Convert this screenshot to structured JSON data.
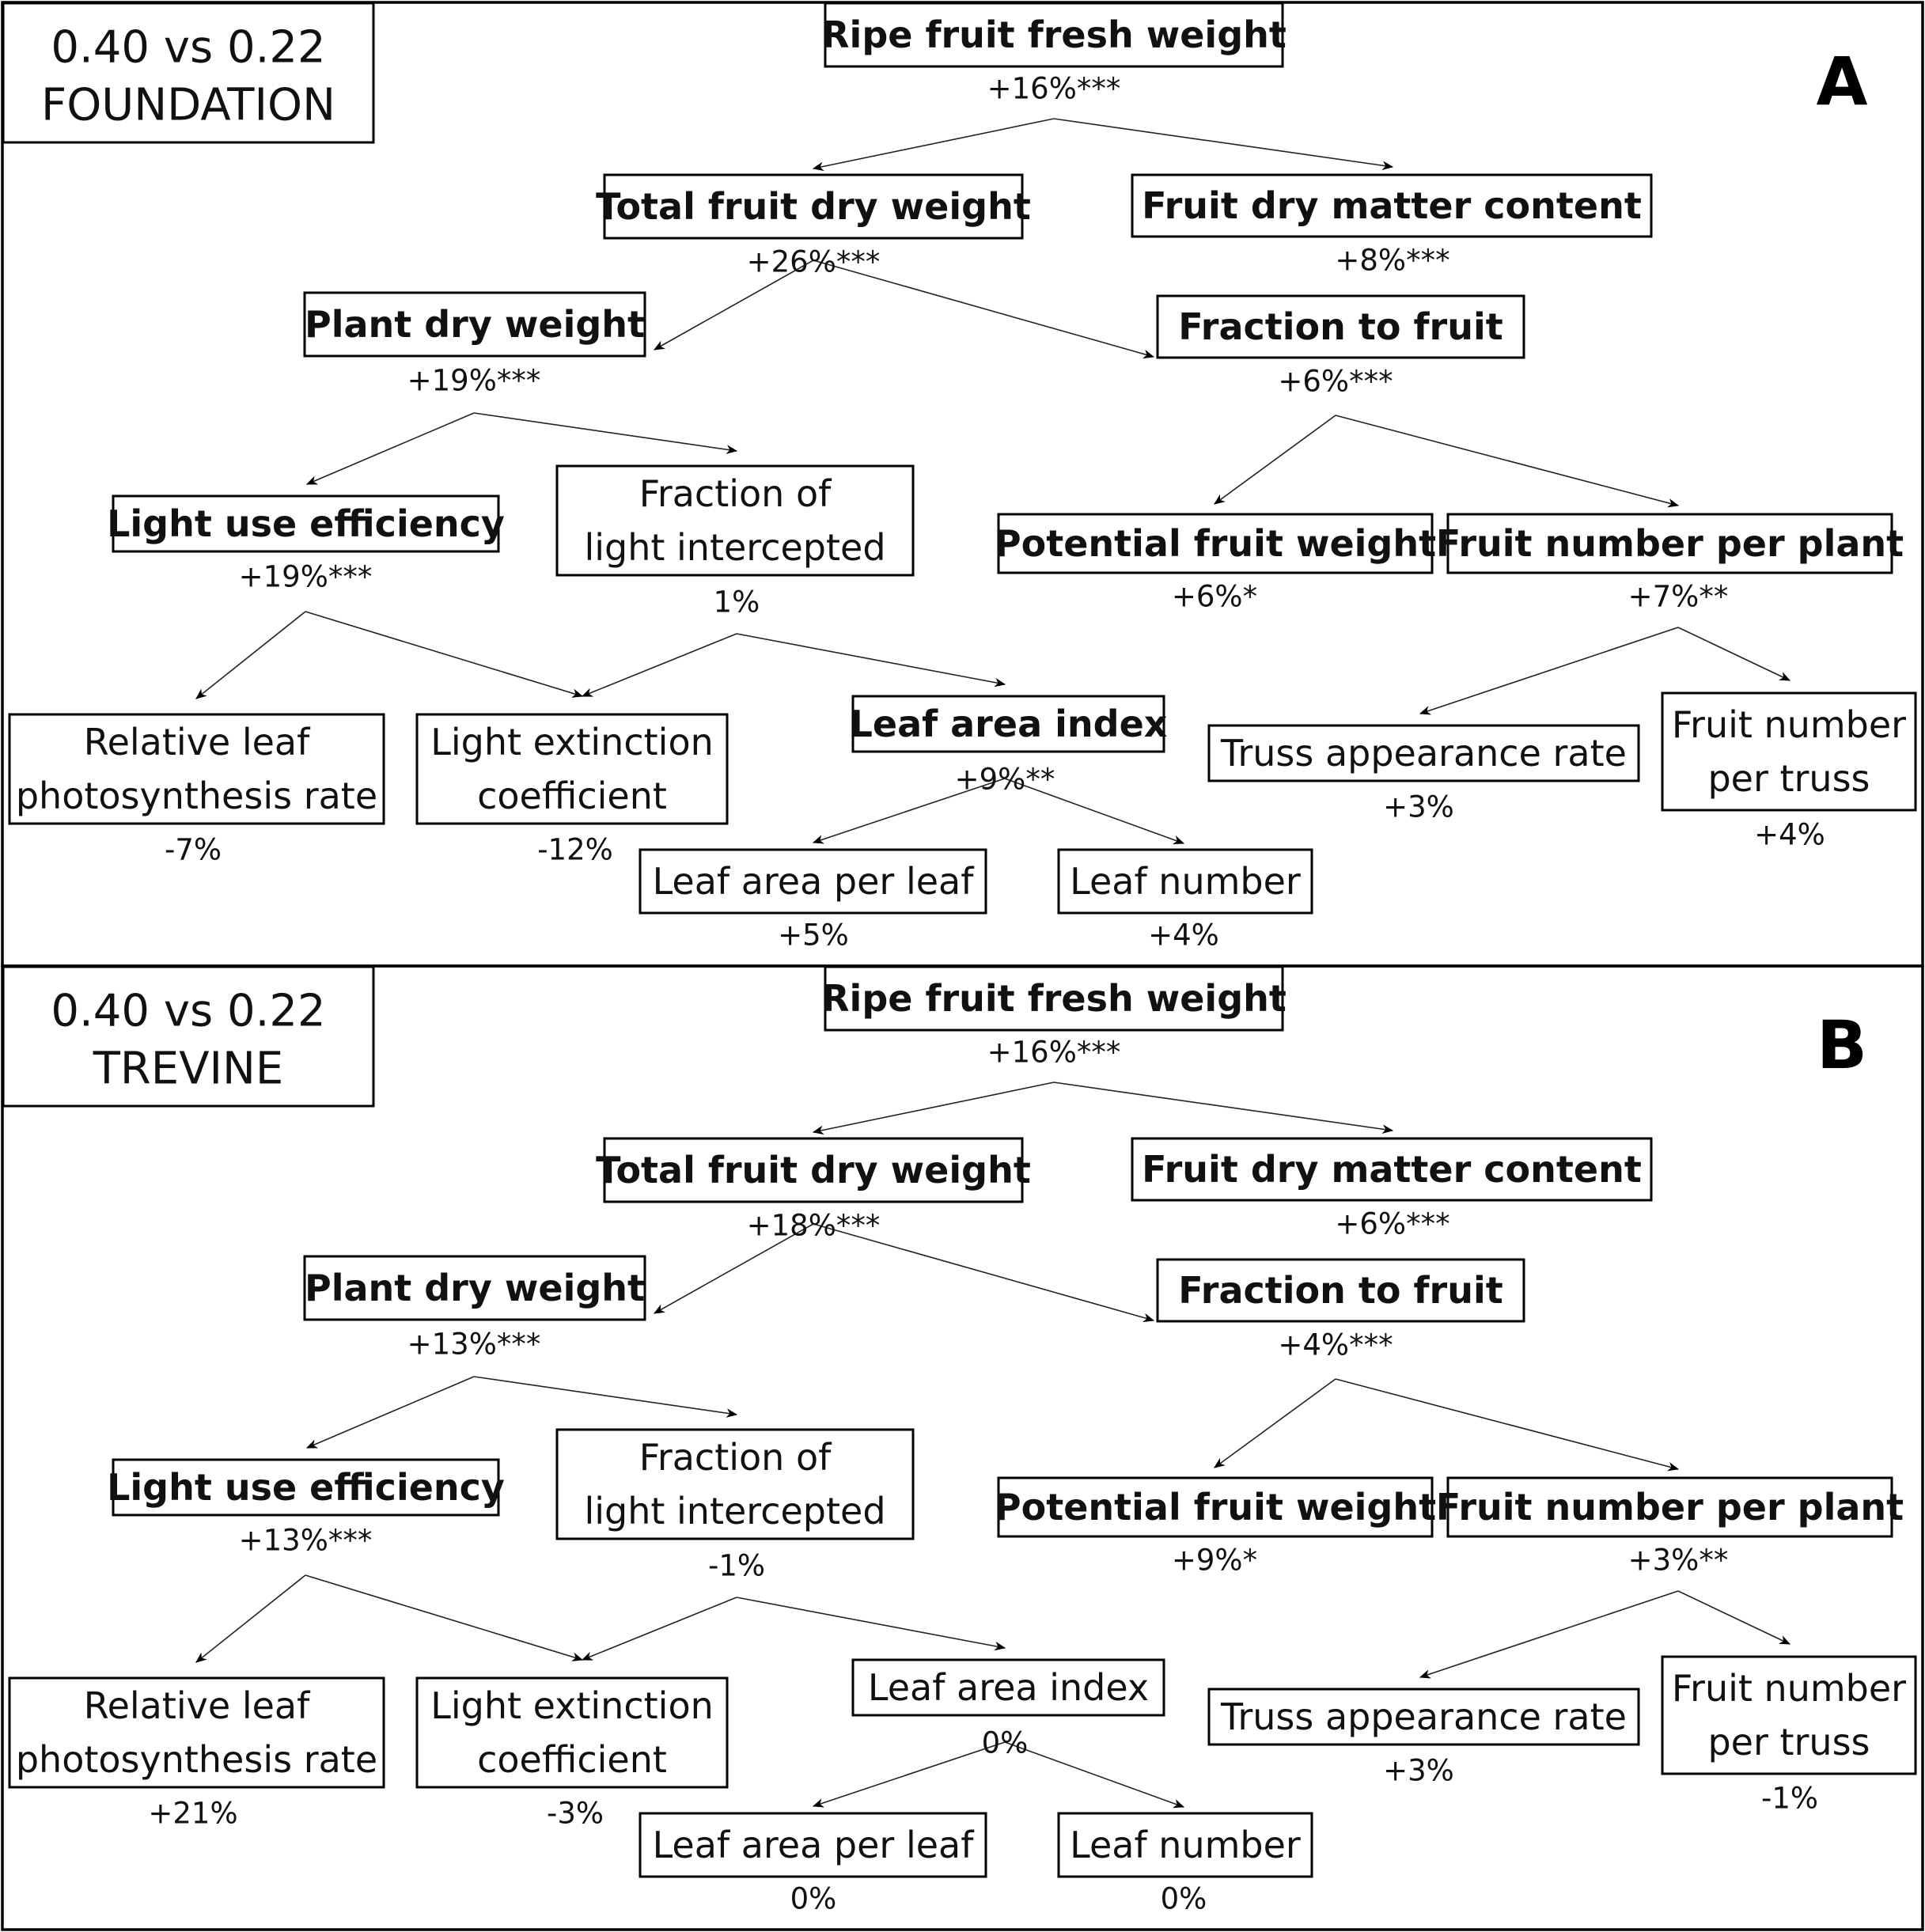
{
  "panels": [
    {
      "id": "A",
      "letter": "A",
      "tag": [
        "0.40 vs 0.22",
        "FOUNDATION"
      ],
      "nodes": {
        "ripe": {
          "lines": [
            "Ripe fruit fresh weight"
          ],
          "bold": true,
          "value": "+16%***"
        },
        "tfdw": {
          "lines": [
            "Total fruit dry weight"
          ],
          "bold": true,
          "value": "+26%***"
        },
        "fdmc": {
          "lines": [
            "Fruit dry matter content"
          ],
          "bold": true,
          "value": "+8%***"
        },
        "pdw": {
          "lines": [
            "Plant dry weight"
          ],
          "bold": true,
          "value": "+19%***"
        },
        "ftf": {
          "lines": [
            "Fraction to fruit"
          ],
          "bold": true,
          "value": "+6%***"
        },
        "lue": {
          "lines": [
            "Light use efficiency"
          ],
          "bold": true,
          "value": "+19%***"
        },
        "fli": {
          "lines": [
            "Fraction of",
            "light intercepted"
          ],
          "bold": false,
          "value": "1%"
        },
        "pfw": {
          "lines": [
            "Potential fruit weight"
          ],
          "bold": true,
          "value": "+6%*"
        },
        "fnpp": {
          "lines": [
            "Fruit number per plant"
          ],
          "bold": true,
          "value": "+7%**"
        },
        "rlpr": {
          "lines": [
            "Relative leaf",
            "photosynthesis rate"
          ],
          "bold": false,
          "value": "-7%"
        },
        "lec": {
          "lines": [
            "Light extinction",
            "coefficient"
          ],
          "bold": false,
          "value": "-12%"
        },
        "lai": {
          "lines": [
            "Leaf area index"
          ],
          "bold": true,
          "value": "+9%**"
        },
        "tar": {
          "lines": [
            "Truss appearance rate"
          ],
          "bold": false,
          "value": "+3%"
        },
        "fnpt": {
          "lines": [
            "Fruit number",
            "per truss"
          ],
          "bold": false,
          "value": "+4%"
        },
        "lapl": {
          "lines": [
            "Leaf area per leaf"
          ],
          "bold": false,
          "value": "+5%"
        },
        "ln": {
          "lines": [
            "Leaf number"
          ],
          "bold": false,
          "value": "+4%"
        }
      }
    },
    {
      "id": "B",
      "letter": "B",
      "tag": [
        "0.40 vs 0.22",
        "TREVINE"
      ],
      "nodes": {
        "ripe": {
          "lines": [
            "Ripe fruit fresh weight"
          ],
          "bold": true,
          "value": "+16%***"
        },
        "tfdw": {
          "lines": [
            "Total fruit dry weight"
          ],
          "bold": true,
          "value": "+18%***"
        },
        "fdmc": {
          "lines": [
            "Fruit dry matter content"
          ],
          "bold": true,
          "value": "+6%***"
        },
        "pdw": {
          "lines": [
            "Plant dry weight"
          ],
          "bold": true,
          "value": "+13%***"
        },
        "ftf": {
          "lines": [
            "Fraction to fruit"
          ],
          "bold": true,
          "value": "+4%***"
        },
        "lue": {
          "lines": [
            "Light use efficiency"
          ],
          "bold": true,
          "value": "+13%***"
        },
        "fli": {
          "lines": [
            "Fraction of",
            "light intercepted"
          ],
          "bold": false,
          "value": "-1%"
        },
        "pfw": {
          "lines": [
            "Potential fruit weight"
          ],
          "bold": true,
          "value": "+9%*"
        },
        "fnpp": {
          "lines": [
            "Fruit number per plant"
          ],
          "bold": true,
          "value": "+3%**"
        },
        "rlpr": {
          "lines": [
            "Relative leaf",
            "photosynthesis rate"
          ],
          "bold": false,
          "value": "+21%"
        },
        "lec": {
          "lines": [
            "Light extinction",
            "coefficient"
          ],
          "bold": false,
          "value": "-3%"
        },
        "lai": {
          "lines": [
            "Leaf area index"
          ],
          "bold": false,
          "value": "0%"
        },
        "tar": {
          "lines": [
            "Truss appearance rate"
          ],
          "bold": false,
          "value": "+3%"
        },
        "fnpt": {
          "lines": [
            "Fruit number",
            "per truss"
          ],
          "bold": false,
          "value": "-1%"
        },
        "lapl": {
          "lines": [
            "Leaf area per leaf"
          ],
          "bold": false,
          "value": "0%"
        },
        "ln": {
          "lines": [
            "Leaf number"
          ],
          "bold": false,
          "value": "0%"
        }
      }
    }
  ]
}
